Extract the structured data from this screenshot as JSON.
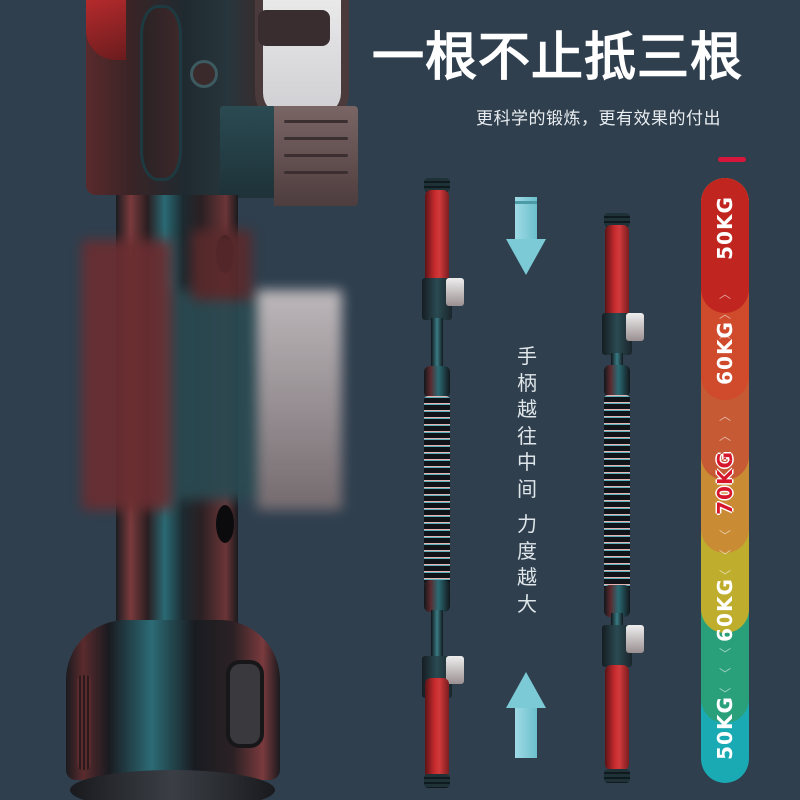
{
  "title": "一根不止抵三根",
  "subtitle": "更科学的锻炼，更有效果的付出",
  "accent_color": "#d6163a",
  "background_color": "#2f3f4e",
  "instruction": {
    "chars": [
      "手",
      "柄",
      "越",
      "往",
      "中",
      "间",
      "",
      "力",
      "度",
      "越",
      "大"
    ],
    "text": "手柄越往中间 力度越大"
  },
  "arrows": [
    {
      "direction": "down",
      "color": "#7ccad6"
    },
    {
      "direction": "up",
      "color": "#7ccad6"
    }
  ],
  "weight_scale": {
    "segments": [
      {
        "label": "50KG",
        "color": "#c0261f"
      },
      {
        "label": "60KG",
        "color": "#d04a2c"
      },
      {
        "label": "70KG",
        "color": "#c98b34",
        "highlight": true
      },
      {
        "label": "60KG",
        "color": "#2aa07a"
      },
      {
        "label": "50KG",
        "color": "#1aaab4"
      }
    ],
    "intermediate_colors": [
      "#c55a35",
      "#bfae2e"
    ]
  },
  "products": [
    {
      "name": "spring-grip-bar-long",
      "grip_color": "#c62a2d"
    },
    {
      "name": "spring-grip-bar-short",
      "grip_color": "#c62a2d"
    }
  ]
}
